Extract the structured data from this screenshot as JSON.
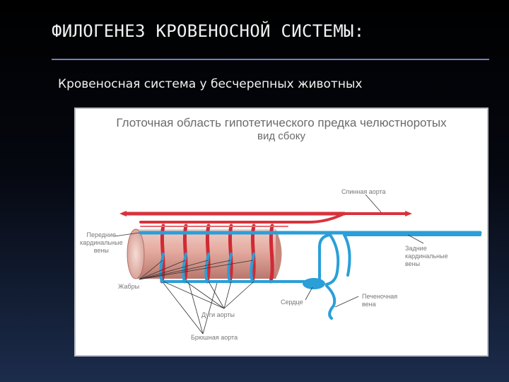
{
  "slide": {
    "title": "ФИЛОГЕНЕЗ КРОВЕНОСНОЙ СИСТЕМЫ:",
    "subtitle": "Кровеносная система у бесчерепных животных"
  },
  "figure": {
    "heading": "Глоточная область гипотетического предка челюстноротых",
    "subheading": "вид сбоку",
    "labels": {
      "dorsal_aorta": "Спинная аорта",
      "anterior_cardinal": "Передние\nкардинальные\nвены",
      "posterior_cardinal": "Задние\nкардинальные\nвены",
      "gills": "Жабры",
      "heart": "Сердце",
      "hepatic_vein": "Печеночная\nвена",
      "aortic_arches": "Дуги аорты",
      "ventral_aorta": "Брюшная аорта"
    }
  },
  "colors": {
    "artery": "#d8323c",
    "vein": "#2a9fd8",
    "pharynx": "#e2a79c",
    "rule": "#6f7fc0"
  }
}
